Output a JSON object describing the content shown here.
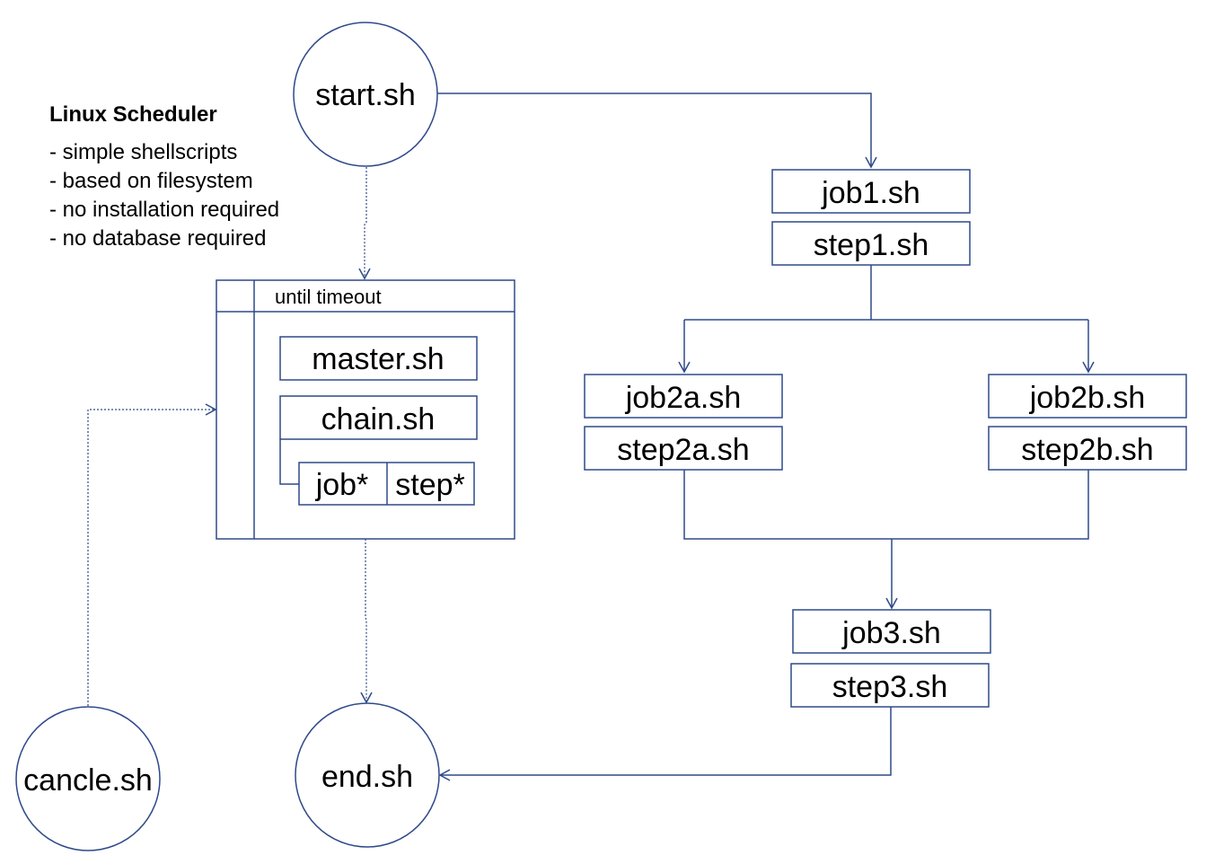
{
  "notes": {
    "title": "Linux Scheduler",
    "lines": [
      "- simple shellscripts",
      "- based on filesystem",
      "- no installation required",
      "- no database required"
    ]
  },
  "nodes": {
    "start": "start.sh",
    "end": "end.sh",
    "cancle": "cancle.sh",
    "loop_label": "until timeout",
    "master": "master.sh",
    "chain": "chain.sh",
    "job_star": "job*",
    "step_star": "step*",
    "job1": "job1.sh",
    "step1": "step1.sh",
    "job2a": "job2a.sh",
    "step2a": "step2a.sh",
    "job2b": "job2b.sh",
    "step2b": "step2b.sh",
    "job3": "job3.sh",
    "step3": "step3.sh"
  },
  "colors": {
    "stroke": "#2f4a8a",
    "text": "#000000",
    "background": "#ffffff"
  }
}
